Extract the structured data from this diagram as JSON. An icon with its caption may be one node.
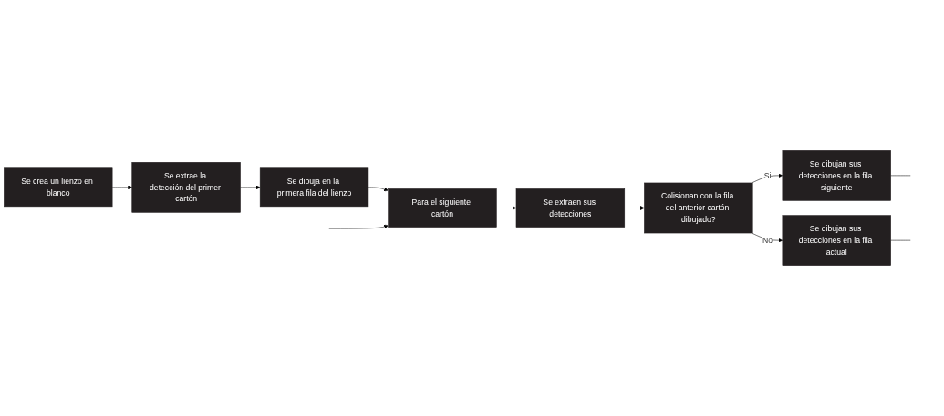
{
  "diagram": {
    "nodes": [
      {
        "text": [
          "Se crea un lienzo en blanco"
        ]
      },
      {
        "text": [
          "Se extrae la detección del primer cartón"
        ]
      },
      {
        "text": [
          "Se dibuja en la primera fila del lienzo"
        ]
      },
      {
        "text": [
          "Para el siguiente cartón"
        ]
      },
      {
        "text": [
          "Se extraen sus detecciones"
        ]
      },
      {
        "text": [
          "Colisionan con la fila del anterior cartón dibujado?"
        ]
      },
      {
        "text": [
          "Se dibujan sus detecciones en la fila siguiente"
        ]
      },
      {
        "text": [
          "Se dibujan sus detecciones en la fila actual"
        ]
      }
    ],
    "edges": [
      {
        "from": 0,
        "to": 1,
        "arrow": "to"
      },
      {
        "from": 1,
        "to": 2,
        "arrow": "to"
      },
      {
        "from": 2,
        "to": 3,
        "arrow": "to"
      },
      {
        "from": 3,
        "to": 4,
        "arrow": "to"
      },
      {
        "from": 4,
        "to": 5,
        "arrow": "to"
      },
      {
        "from": 5,
        "to": 6,
        "label": "Si",
        "arrow": "to"
      },
      {
        "from": 5,
        "to": 7,
        "label": "No",
        "arrow": "to"
      },
      {
        "from": 6,
        "to": null,
        "arrow": "none"
      },
      {
        "from": 7,
        "to": null,
        "arrow": "none"
      },
      {
        "from": null,
        "to": 3,
        "arrow": "to"
      }
    ]
  }
}
